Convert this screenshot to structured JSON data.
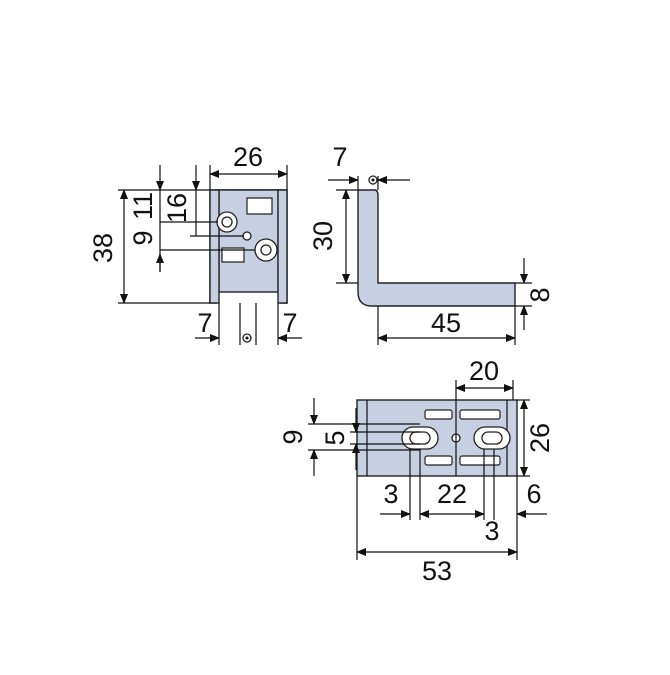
{
  "drawing": {
    "colors": {
      "part_fill": "#c7cfe2",
      "line": "#111111",
      "background": "#ffffff"
    },
    "front_view": {
      "dims": {
        "width": "26",
        "height": "38",
        "top_offset": "11",
        "hole_upper": "16",
        "hole_lower": "9",
        "bottom_left": "7",
        "bottom_right": "7"
      }
    },
    "side_view": {
      "dims": {
        "thickness": "7",
        "height": "30",
        "length": "45",
        "foot": "8"
      }
    },
    "bottom_view": {
      "dims": {
        "slot_span": "20",
        "depth": "26",
        "outer_left": "9",
        "slot_height": "5",
        "left_margin": "3",
        "center_span": "22",
        "right_margin": "6",
        "slot_width": "3",
        "total_length": "53"
      }
    }
  }
}
